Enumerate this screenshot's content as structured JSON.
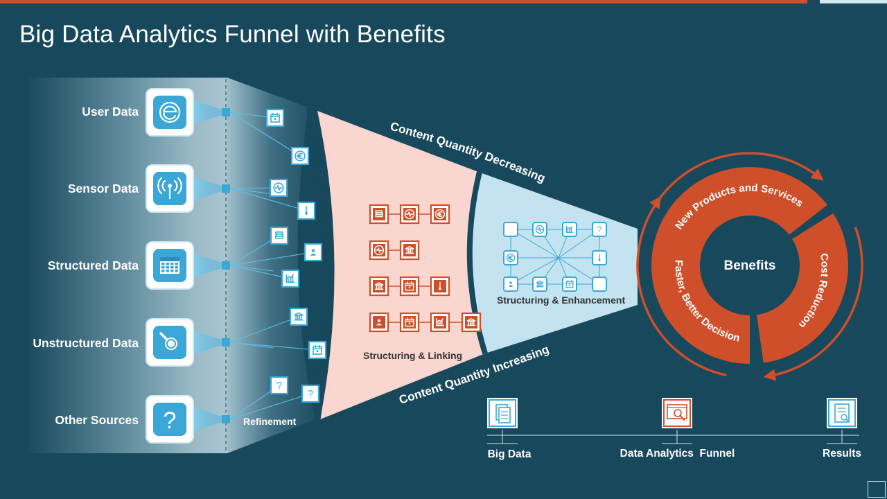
{
  "title": "Big Data Analytics Funnel with Benefits",
  "sources": [
    {
      "label": "User Data",
      "icon": "browser-e-icon"
    },
    {
      "label": "Sensor Data",
      "icon": "sensor-signal-icon"
    },
    {
      "label": "Structured Data",
      "icon": "grid-table-icon"
    },
    {
      "label": "Unstructured Data",
      "icon": "magnifier-icon"
    },
    {
      "label": "Other Sources",
      "icon": "question-mark-icon"
    }
  ],
  "stages": {
    "refinement": "Refinement",
    "linking": "Structuring & Linking",
    "enhancement": "Structuring & Enhancement"
  },
  "arc_labels": {
    "top": "Content Quantity Decreasing",
    "bottom": "Content Quantity Increasing"
  },
  "benefits": {
    "center": "Benefits",
    "segments": [
      "New Products and Services",
      "Cost Reduction",
      "Faster, Better Decision"
    ]
  },
  "legend": [
    {
      "label": "Big Data",
      "icon": "documents-icon"
    },
    {
      "label": "Data Analytics  Funnel",
      "icon": "analytics-screen-icon"
    },
    {
      "label": "Results",
      "icon": "report-icon"
    }
  ],
  "colors": {
    "background": "#17485c",
    "accent": "#cf4f2a",
    "pink": "#f9d6cf",
    "light_blue": "#c3e3f0",
    "node": "#3aa7d6"
  }
}
